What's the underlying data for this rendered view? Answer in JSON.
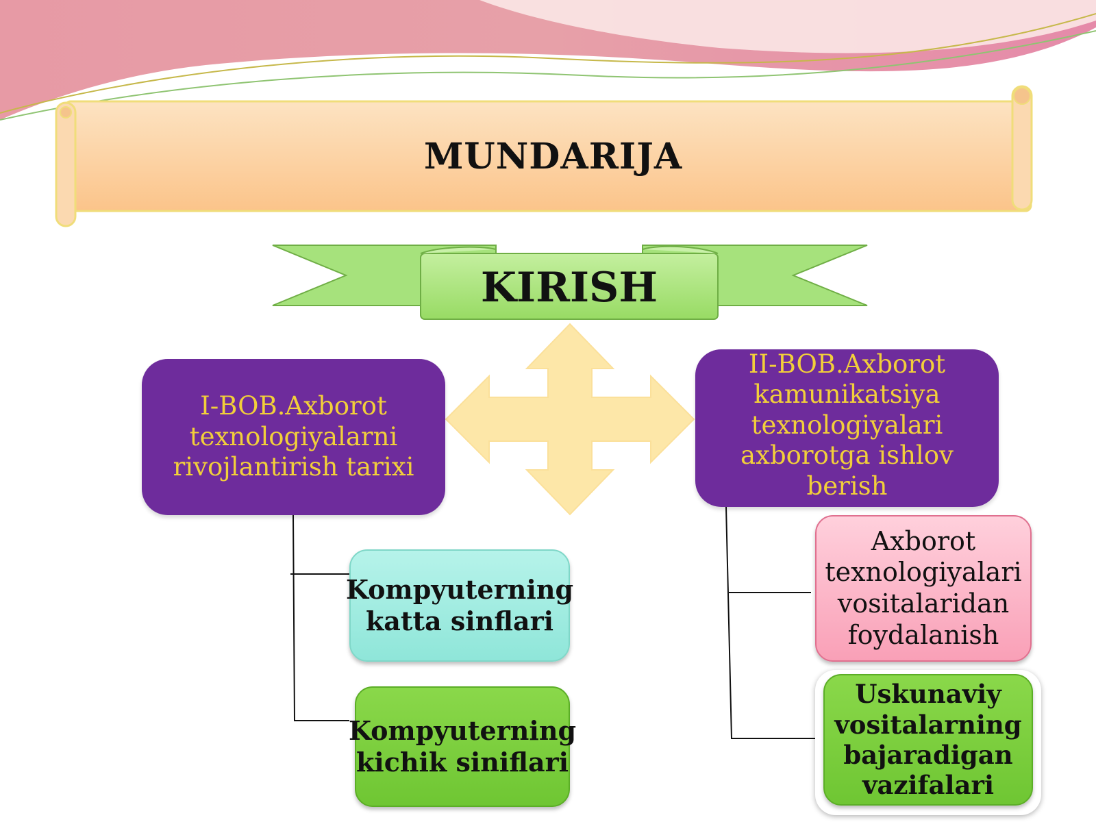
{
  "title": "MUNDARIJA",
  "intro": "KIRISH",
  "chapters": [
    {
      "label": "I-BOB.Axborot texnologiyalarni rivojlantirish tarixi",
      "sections": [
        "Kompyuterning katta sinflari",
        "Kompyuterning  kichik siniflari"
      ]
    },
    {
      "label": "II-BOB.Axborot kamunikatsiya texnologiyalari axborotga ishlov berish",
      "sections": [
        "Axborot texnologiyalari vositalaridan foydalanish",
        "Uskunaviy vositalarning bajaradigan vazifalari"
      ]
    }
  ],
  "colors": {
    "chapter_bg": "#6e2c9c",
    "chapter_text": "#f2cf3a",
    "banner_green": "#a6e27c",
    "scroll_peach": "#fbc993",
    "arrow_yellow": "#fde7a8",
    "cyan_box": "#a6eee3",
    "green_box": "#7ccf3c",
    "pink_box": "#fbb3c6"
  }
}
